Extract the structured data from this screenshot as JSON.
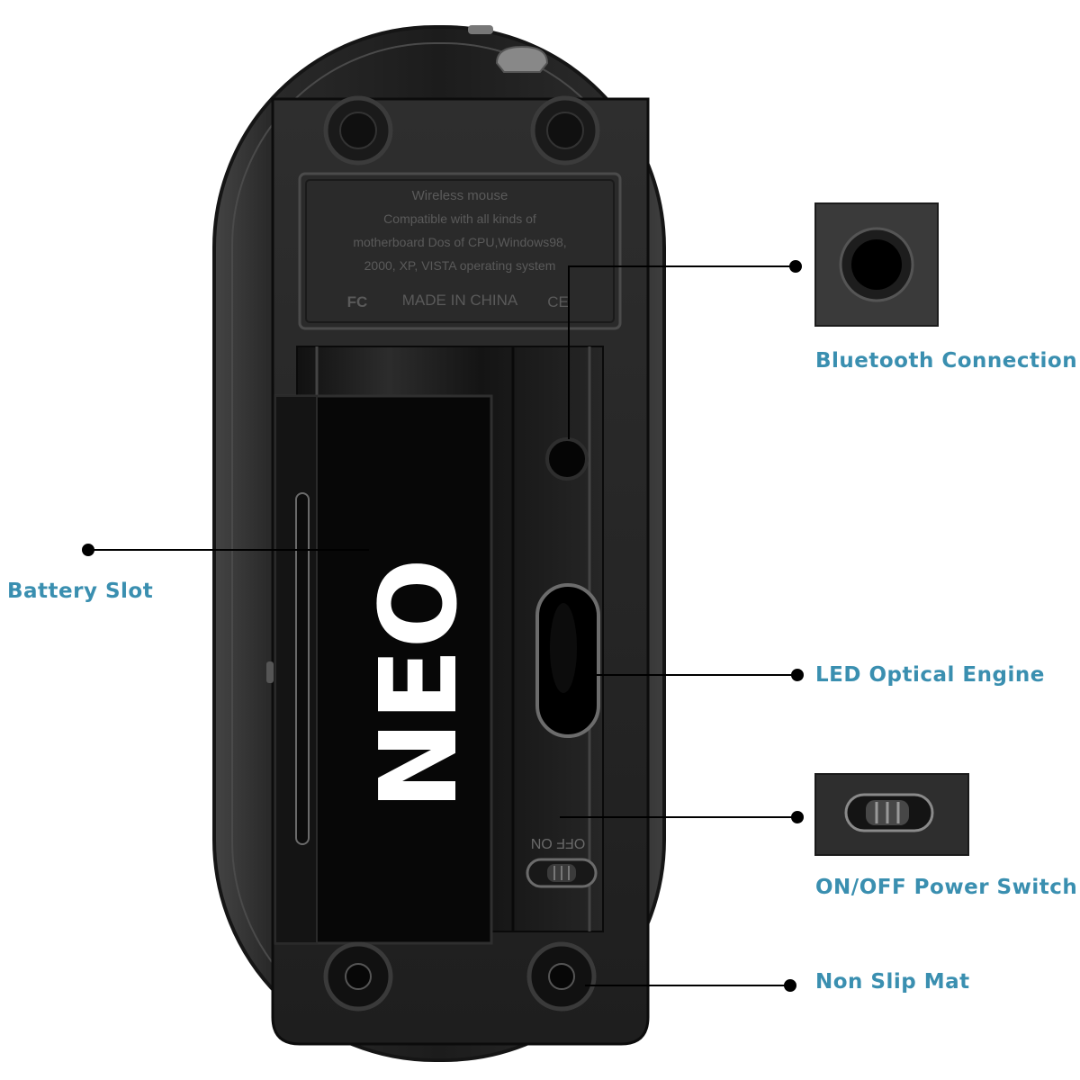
{
  "callouts": {
    "bluetooth": "Bluetooth Connection",
    "battery": "Battery Slot",
    "led": "LED Optical Engine",
    "power": "ON/OFF Power Switch",
    "mat": "Non Slip Mat"
  },
  "label_plate": {
    "line1": "Wireless mouse",
    "line2": "Compatible with all kinds of",
    "line3": "motherboard Dos of CPU,Windows98,",
    "line4": "2000, XP, VISTA operating system",
    "made_in": "MADE IN CHINA",
    "fc_mark": "FC",
    "ce_mark": "CE"
  },
  "switch_marking": "OFF ON",
  "brand_logo": "NEO",
  "colors": {
    "callout_text": "#3a8fb0",
    "mouse_shell": "#2b2b2b",
    "leader_line": "#000000"
  },
  "icons": {
    "bluetooth": "bluetooth-port-thumbnail",
    "power": "power-switch-thumbnail"
  }
}
